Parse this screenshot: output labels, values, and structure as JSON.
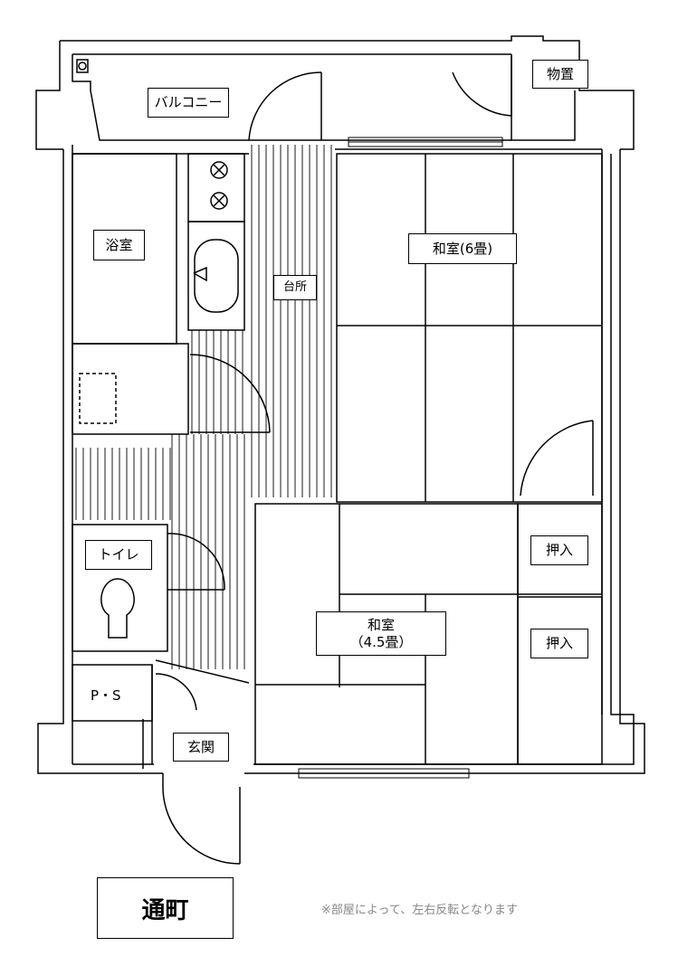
{
  "rooms": {
    "balcony": "バルコニー",
    "storage": "物置",
    "bath": "浴室",
    "kitchen": "台所",
    "washitsu6_line": "和室(6畳)",
    "toilet": "トイレ",
    "closet1": "押入",
    "closet2": "押入",
    "washitsu45_line1": "和室",
    "washitsu45_line2": "（4.5畳）",
    "ps": "P・S",
    "entrance": "玄関"
  },
  "title": "通町",
  "note": "※部屋によって、左右反転となります"
}
